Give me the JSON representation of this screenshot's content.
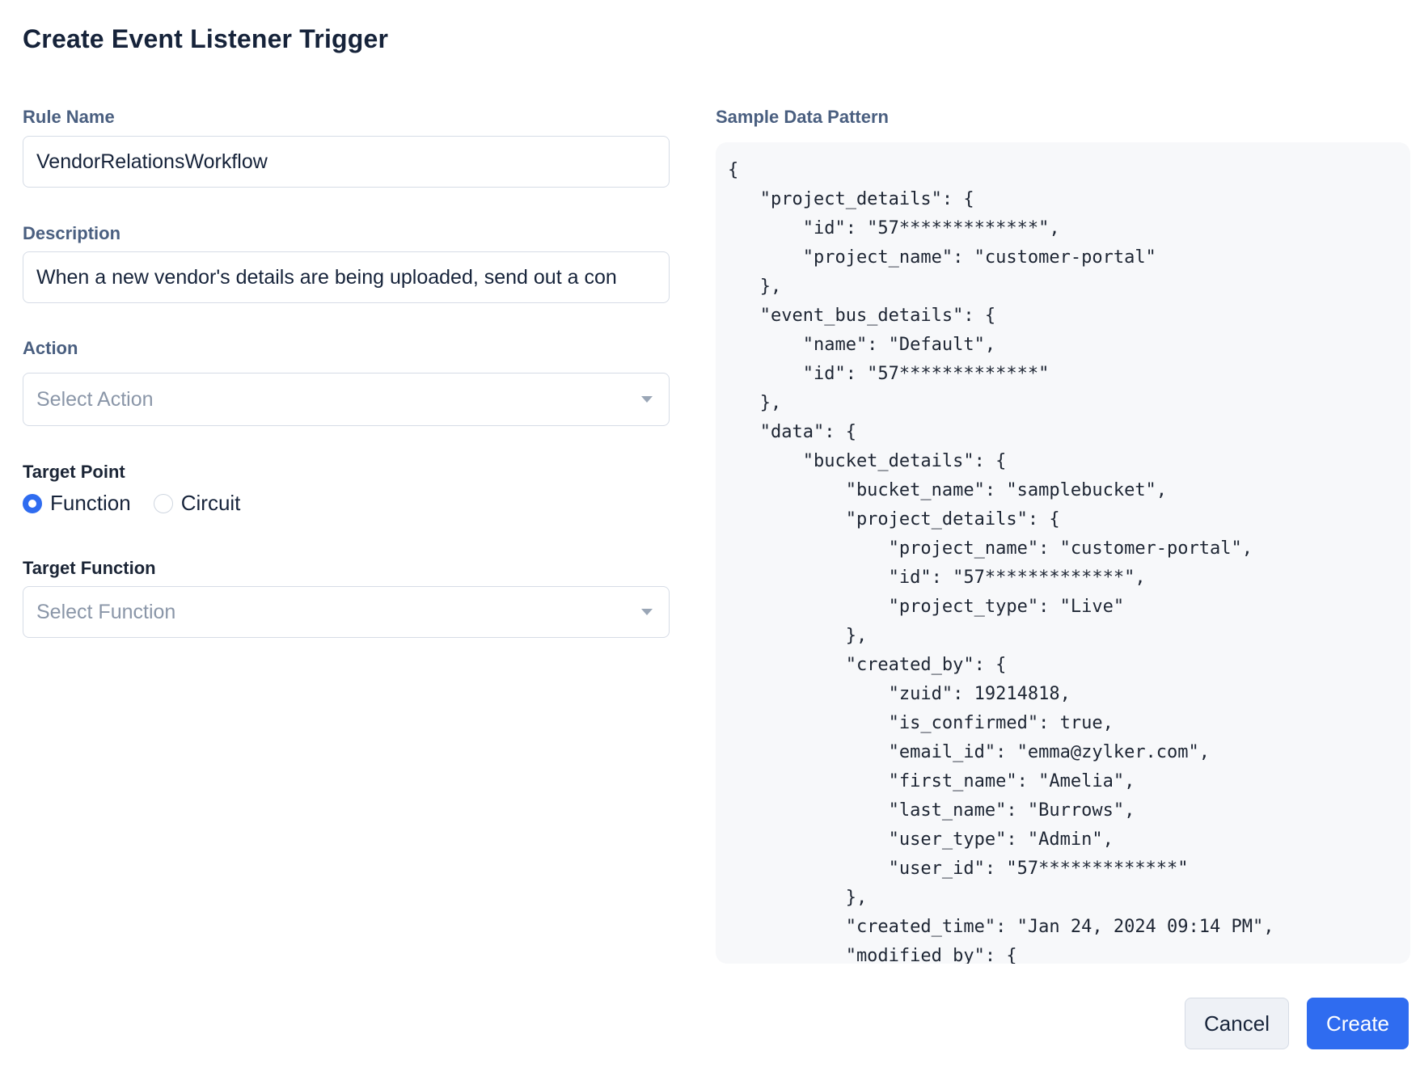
{
  "dialog": {
    "title": "Create Event Listener Trigger"
  },
  "form": {
    "rule_name": {
      "label": "Rule Name",
      "value": "VendorRelationsWorkflow"
    },
    "description": {
      "label": "Description",
      "value": "When a new vendor's details are being uploaded, send out a con"
    },
    "action": {
      "label": "Action",
      "placeholder": "Select Action"
    },
    "target_point": {
      "label": "Target Point",
      "options": [
        {
          "label": "Function",
          "selected": true
        },
        {
          "label": "Circuit",
          "selected": false
        }
      ]
    },
    "target_function": {
      "label": "Target Function",
      "placeholder": "Select Function"
    }
  },
  "sample": {
    "label": "Sample Data Pattern",
    "code": "{\n   \"project_details\": {\n       \"id\": \"57*************\",\n       \"project_name\": \"customer-portal\"\n   },\n   \"event_bus_details\": {\n       \"name\": \"Default\",\n       \"id\": \"57*************\"\n   },\n   \"data\": {\n       \"bucket_details\": {\n           \"bucket_name\": \"samplebucket\",\n           \"project_details\": {\n               \"project_name\": \"customer-portal\",\n               \"id\": \"57*************\",\n               \"project_type\": \"Live\"\n           },\n           \"created_by\": {\n               \"zuid\": 19214818,\n               \"is_confirmed\": true,\n               \"email_id\": \"emma@zylker.com\",\n               \"first_name\": \"Amelia\",\n               \"last_name\": \"Burrows\",\n               \"user_type\": \"Admin\",\n               \"user_id\": \"57*************\"\n           },\n           \"created_time\": \"Jan 24, 2024 09:14 PM\",\n           \"modified_by\": {"
  },
  "buttons": {
    "cancel": "Cancel",
    "create": "Create"
  },
  "colors": {
    "primary": "#2f6cf0",
    "label": "#4a5f80",
    "code_bg": "#f7f8fa"
  }
}
